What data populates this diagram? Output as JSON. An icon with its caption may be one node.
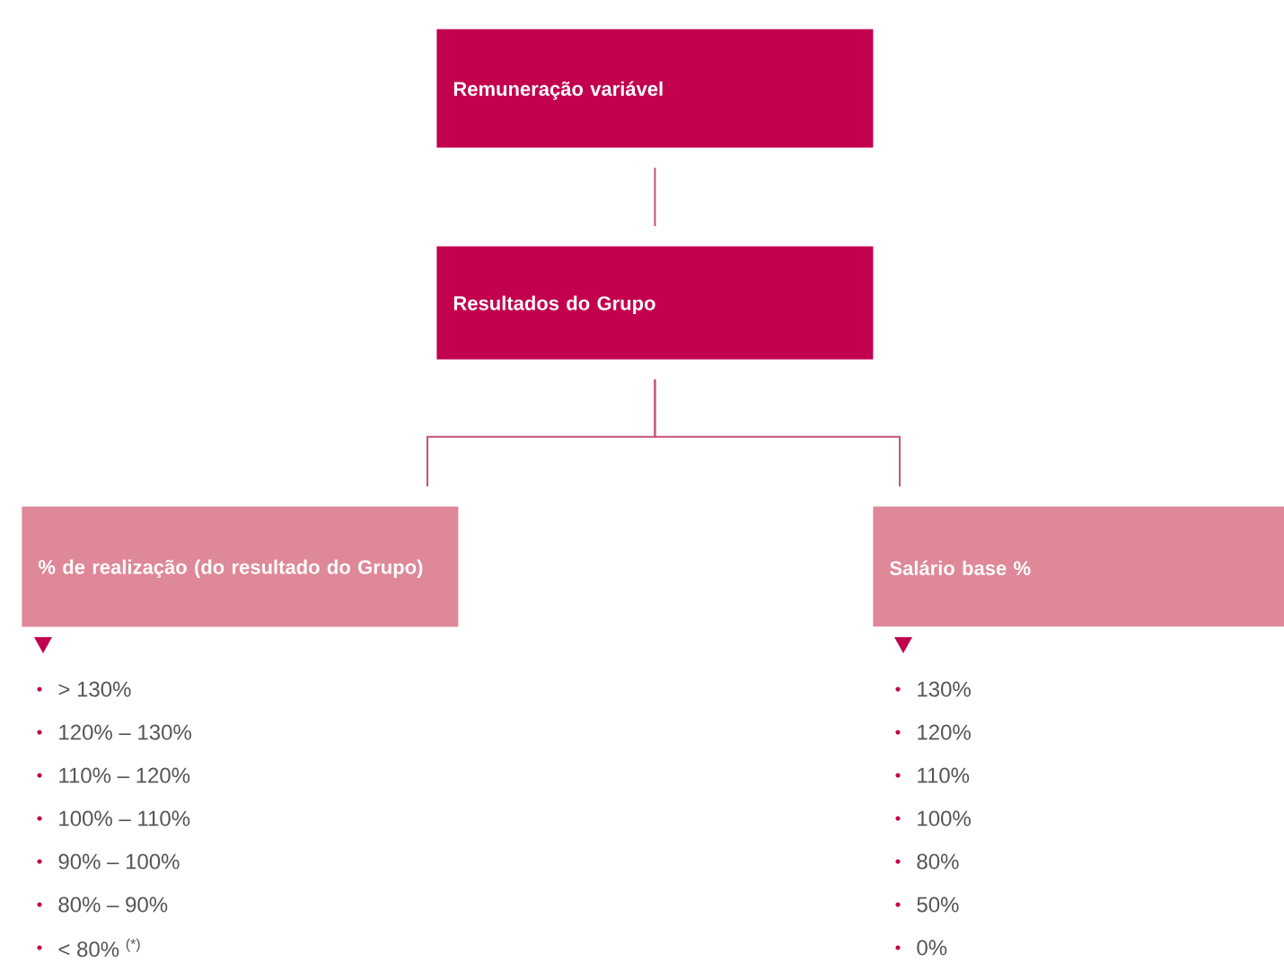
{
  "diagram": {
    "nodes": [
      {
        "text": [
          "Remuneração variável"
        ]
      },
      {
        "text": [
          "Resultados do Grupo"
        ]
      },
      {
        "text": [
          "% de realização (do resultado do Grupo)"
        ]
      },
      {
        "text": [
          "Salário base %"
        ]
      }
    ],
    "edges": [
      {
        "from": 0,
        "to": 1,
        "arrow": "none"
      },
      {
        "from": 1,
        "to": 2,
        "arrow": "none"
      },
      {
        "from": 1,
        "to": 3,
        "arrow": "none"
      }
    ],
    "labels": [
      "> 130%",
      "120% – 130%",
      "110% – 120%",
      "100% – 110%",
      "90% – 100%",
      "80% – 90%",
      "< 80% $^{(*)}$",
      "130%",
      "120%",
      "110%",
      "100%",
      "80%",
      "50%",
      "0%"
    ]
  }
}
